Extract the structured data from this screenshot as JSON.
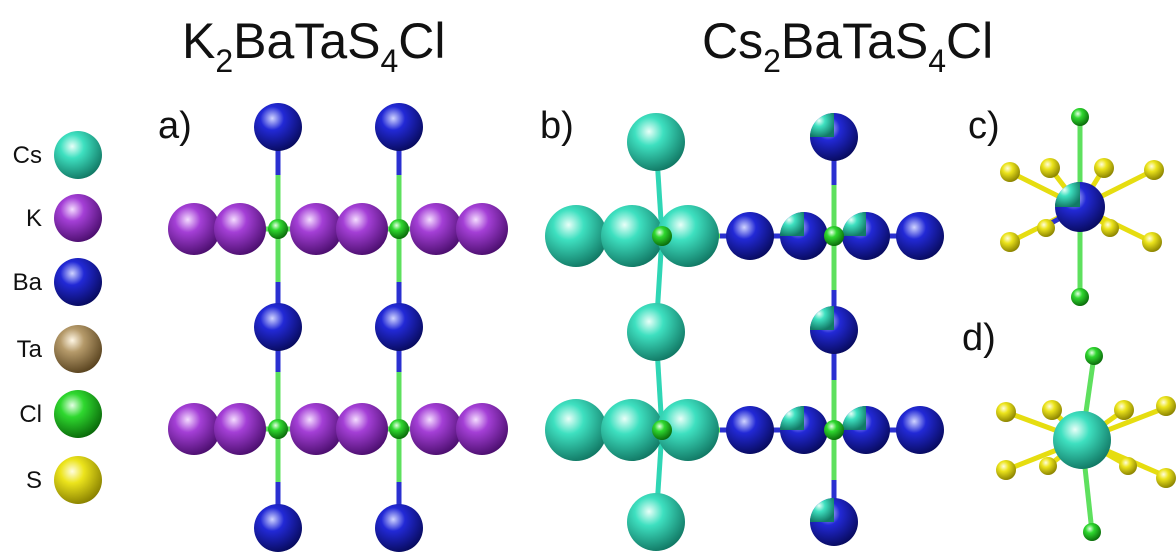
{
  "titles": {
    "left": {
      "a": "K",
      "a_sub": "2",
      "b": "BaTaS",
      "b_sub": "4",
      "c": "Cl"
    },
    "right": {
      "a": "Cs",
      "a_sub": "2",
      "b": "BaTaS",
      "b_sub": "4",
      "c": "Cl"
    }
  },
  "panels": {
    "a": "a)",
    "b": "b)",
    "c": "c)",
    "d": "d)"
  },
  "legend": [
    {
      "label": "Cs",
      "color": "#2fd6b5"
    },
    {
      "label": "K",
      "color": "#9b30c9"
    },
    {
      "label": "Ba",
      "color": "#1a1fc4"
    },
    {
      "label": "Ta",
      "color": "#a98b5c"
    },
    {
      "label": "Cl",
      "color": "#22cc22"
    },
    {
      "label": "S",
      "color": "#e6dd10"
    }
  ],
  "colors": {
    "Cs": "#2fd6b5",
    "K": "#9b30c9",
    "Ba": "#1a1fc4",
    "Ta": "#a98b5c",
    "Cl": "#22cc22",
    "S": "#e6dd10"
  }
}
